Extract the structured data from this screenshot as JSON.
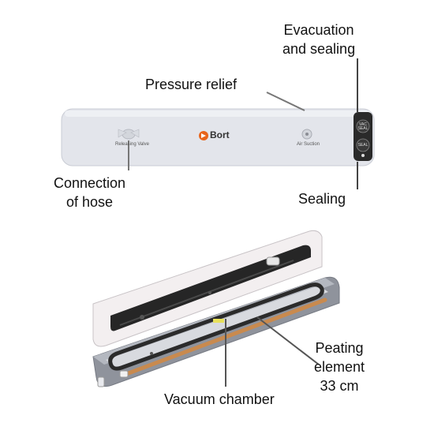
{
  "top": {
    "labels": {
      "evacuation": [
        "Evacuation",
        "and sealing"
      ],
      "pressure_relief": "Pressure relief",
      "connection": [
        "Connection",
        "of hose"
      ],
      "sealing": "Sealing"
    },
    "device": {
      "brand": "Bort",
      "left_port_label": "Releasing Valve",
      "right_port_label": "Air Suction",
      "button_top": "VAC SEAL",
      "button_bottom": "SEAL"
    }
  },
  "bottom": {
    "labels": {
      "heating": [
        "Peating",
        "element",
        "33 cm"
      ],
      "vacuum": "Vacuum chamber"
    }
  },
  "colors": {
    "body": "#e3e5eb",
    "panel": "#2a2a2a",
    "brand_orange": "#e8641a",
    "heating_strip": "#c98a4e"
  }
}
